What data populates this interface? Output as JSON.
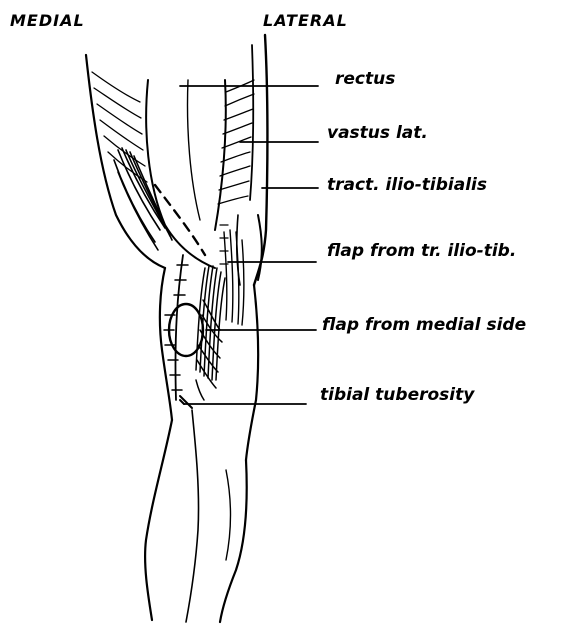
{
  "header": {
    "medial": "MEDIAL",
    "lateral": "LATERAL"
  },
  "labels": {
    "rectus": "rectus",
    "vastus_lat": "vastus lat.",
    "tract_ilio_tibialis": "tract. ilio-tibialis",
    "flap_tr_ilio_tib": "flap from tr. ilio-tib.",
    "flap_medial_side": "flap from medial side",
    "tibial_tuberosity": "tibial tuberosity"
  }
}
